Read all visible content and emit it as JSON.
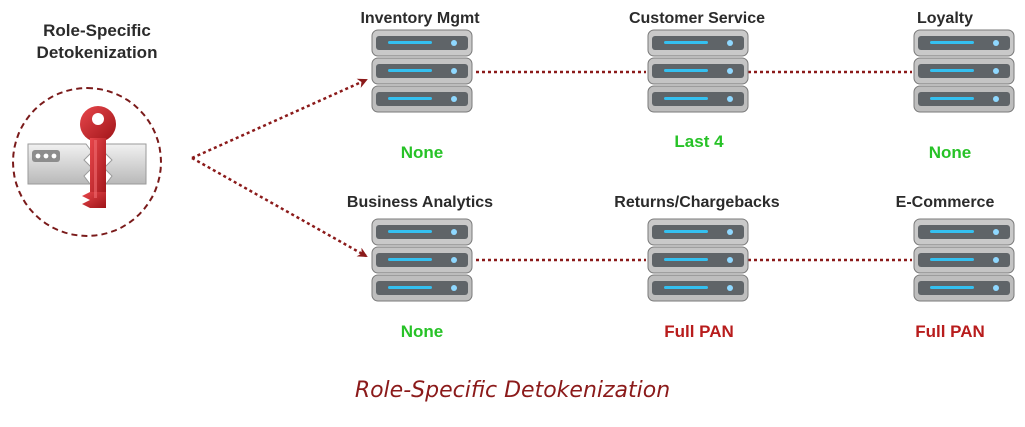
{
  "heading": {
    "line1": "Role-Specific",
    "line2": "Detokenization"
  },
  "key_icon": {
    "icon": "key-icon",
    "color": "#c41e24"
  },
  "servers": [
    {
      "id": "inventory",
      "title": "Inventory Mgmt",
      "level": "None",
      "level_color": "#27c227"
    },
    {
      "id": "customer-service",
      "title": "Customer Service",
      "level": "Last 4",
      "level_color": "#27c227"
    },
    {
      "id": "loyalty",
      "title": "Loyalty",
      "level": "None",
      "level_color": "#27c227"
    },
    {
      "id": "business-analytics",
      "title": "Business Analytics",
      "level": "None",
      "level_color": "#27c227"
    },
    {
      "id": "returns",
      "title": "Returns/Chargebacks",
      "level": "Full PAN",
      "level_color": "#b81c1c"
    },
    {
      "id": "ecommerce",
      "title": "E-Commerce",
      "level": "Full PAN",
      "level_color": "#b81c1c"
    }
  ],
  "caption": "Role-Specific Detokenization",
  "colors": {
    "connector": "#8b1a1a",
    "none_level": "#27c227",
    "full_level": "#b81c1c"
  }
}
